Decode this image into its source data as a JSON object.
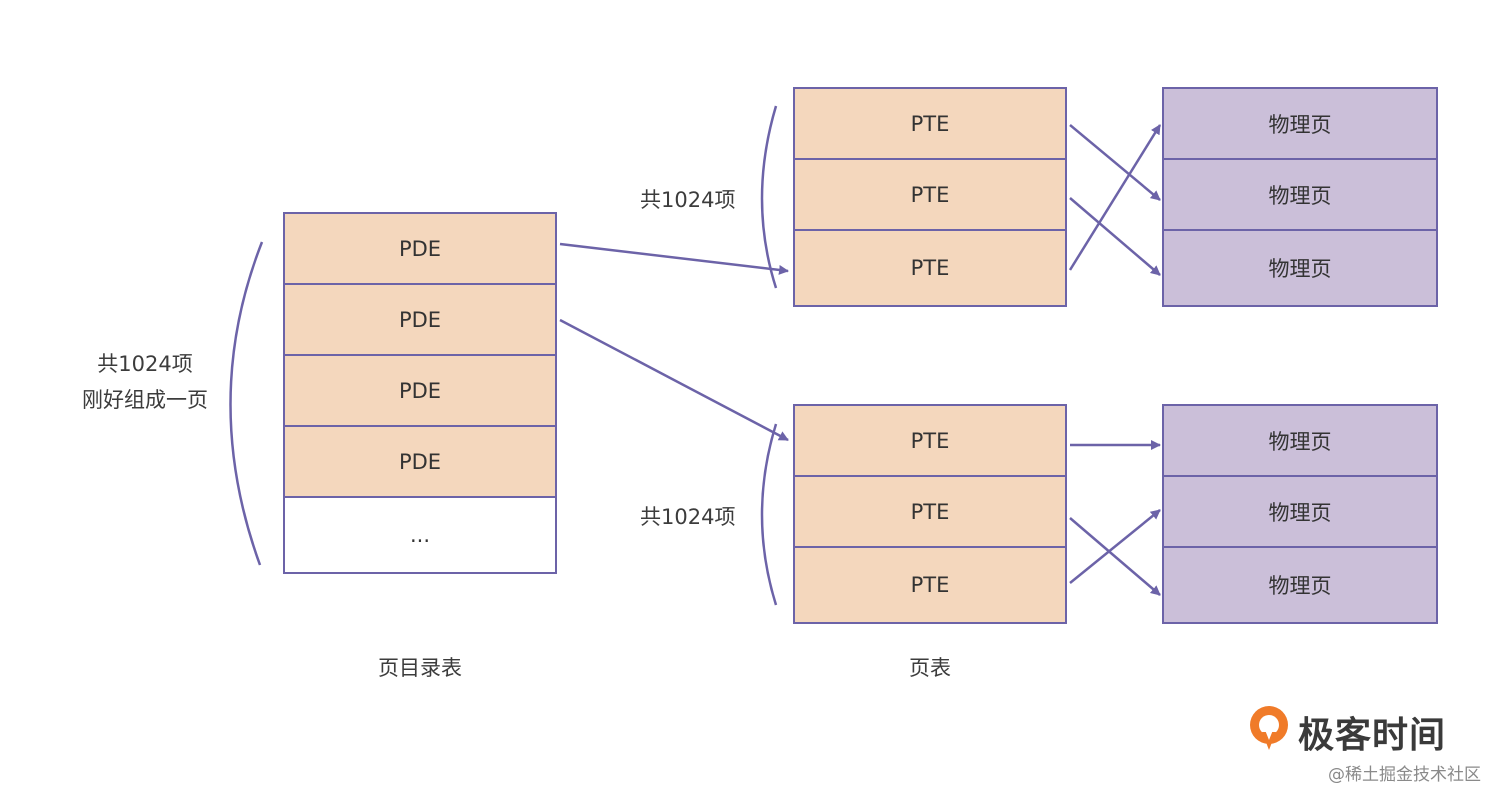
{
  "colors": {
    "stroke": "#6c63a8",
    "entry_fill": "#f4d7bd",
    "physical_fill": "#cbbfd9",
    "brand_orange": "#f07b29"
  },
  "directory": {
    "entries": [
      "PDE",
      "PDE",
      "PDE",
      "PDE",
      "..."
    ],
    "caption": "页目录表",
    "count_note_line1": "共1024项",
    "count_note_line2": "刚好组成一页"
  },
  "page_tables": [
    {
      "entries": [
        "PTE",
        "PTE",
        "PTE"
      ],
      "count_note": "共1024项",
      "physical_pages": [
        "物理页",
        "物理页",
        "物理页"
      ]
    },
    {
      "entries": [
        "PTE",
        "PTE",
        "PTE"
      ],
      "count_note": "共1024项",
      "physical_pages": [
        "物理页",
        "物理页",
        "物理页"
      ]
    }
  ],
  "page_table_caption": "页表",
  "brand": {
    "name": "极客时间",
    "icon": "geektime-logo-icon"
  },
  "watermark": "@稀土掘金技术社区"
}
